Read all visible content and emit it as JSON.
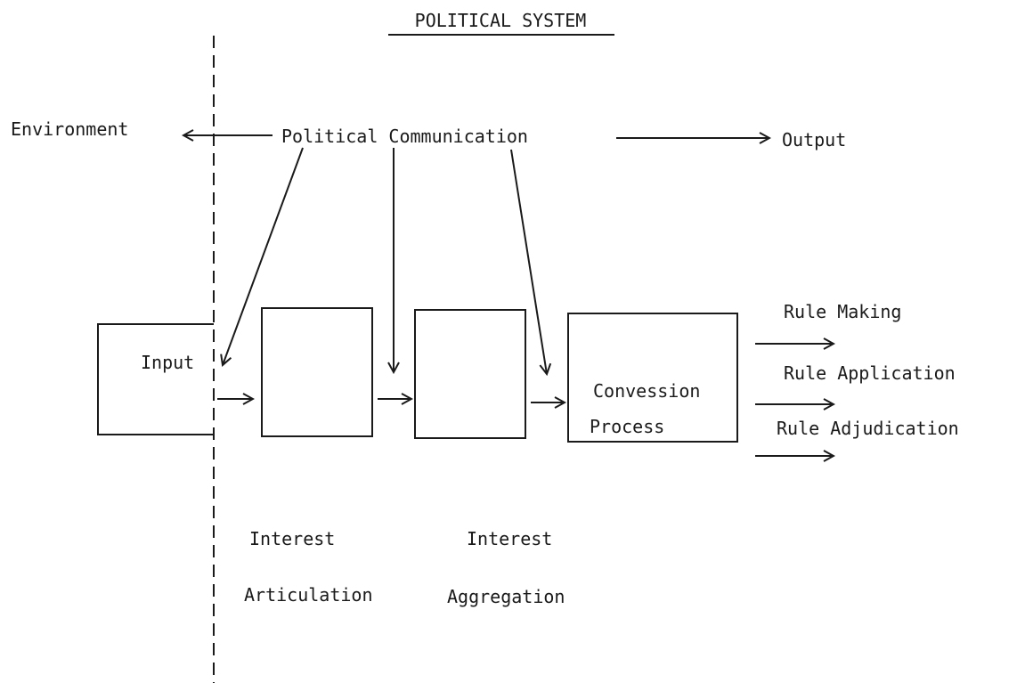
{
  "diagram": {
    "title": "POLITICAL SYSTEM",
    "labels": {
      "environment": "Environment",
      "political_communication": "Political Communication",
      "output": "Output",
      "input": "Input",
      "convession": "Convession",
      "process": "Process",
      "interest_1": "Interest",
      "articulation": "Articulation",
      "interest_2": "Interest",
      "aggregation": "Aggregation",
      "rule_making": "Rule Making",
      "rule_application": "Rule Application",
      "rule_adjudication": "Rule Adjudication"
    }
  }
}
